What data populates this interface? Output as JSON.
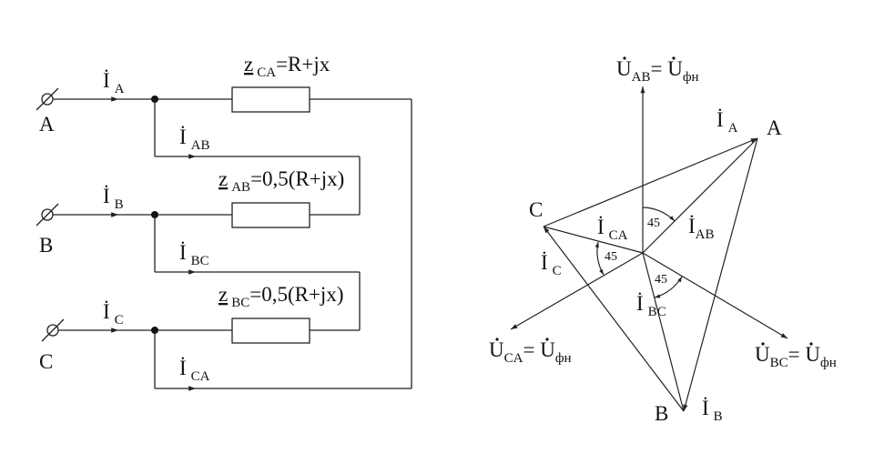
{
  "circuit": {
    "terminals": [
      "A",
      "B",
      "C"
    ],
    "line_currents": [
      {
        "main": "İ",
        "sub": "A"
      },
      {
        "main": "İ",
        "sub": "B"
      },
      {
        "main": "İ",
        "sub": "C"
      }
    ],
    "phase_currents": [
      {
        "main": "İ",
        "sub": "AB"
      },
      {
        "main": "İ",
        "sub": "BC"
      },
      {
        "main": "İ",
        "sub": "CA"
      }
    ],
    "impedances": [
      {
        "z": "z",
        "sub": "CA",
        "value": "=R+jx"
      },
      {
        "z": "z",
        "sub": "AB",
        "value": "=0,5(R+jx)"
      },
      {
        "z": "z",
        "sub": "BC",
        "value": "=0,5(R+jx)"
      }
    ]
  },
  "phasor": {
    "vertices": [
      "A",
      "B",
      "C"
    ],
    "voltages": [
      {
        "u": "U",
        "sub": "AB",
        "eq": "= U",
        "phase": "фн"
      },
      {
        "u": "U",
        "sub": "BC",
        "eq": "= U",
        "phase": "фн"
      },
      {
        "u": "U",
        "sub": "CA",
        "eq": "= U",
        "phase": "фн"
      }
    ],
    "line_currents": [
      {
        "main": "İ",
        "sub": "A"
      },
      {
        "main": "İ",
        "sub": "B"
      },
      {
        "main": "İ",
        "sub": "C"
      }
    ],
    "phase_currents": [
      {
        "main": "İ",
        "sub": "AB"
      },
      {
        "main": "İ",
        "sub": "BC"
      },
      {
        "main": "İ",
        "sub": "CA"
      }
    ],
    "angles": [
      "45",
      "45",
      "45"
    ]
  }
}
